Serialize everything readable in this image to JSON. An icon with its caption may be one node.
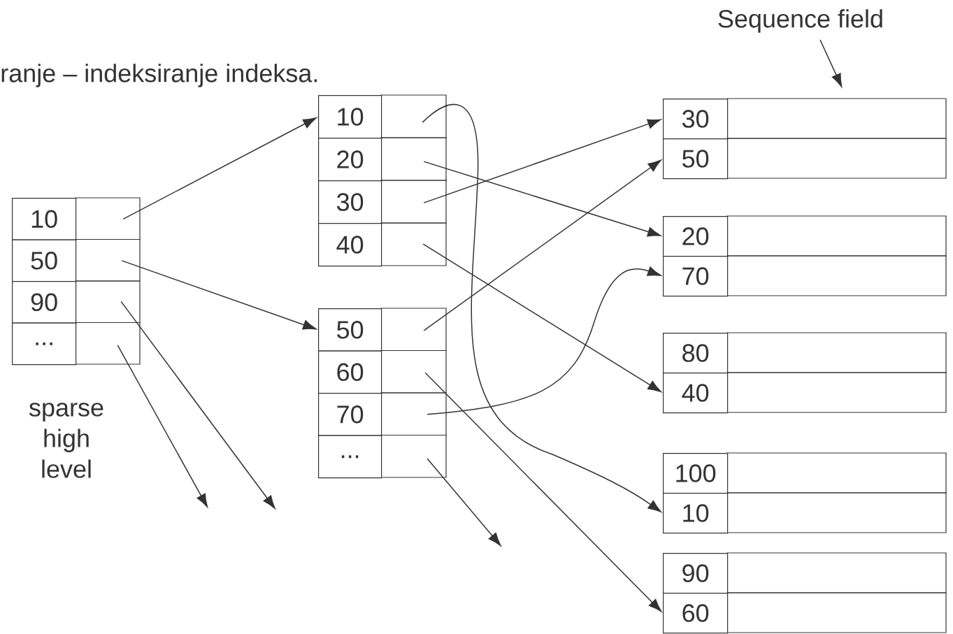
{
  "diagram": {
    "title": "ranje – indeksiranje indeksa.",
    "nodes": [
      {
        "text": [
          "10"
        ]
      },
      {
        "text": [
          "50"
        ]
      },
      {
        "text": [
          "90"
        ]
      },
      {
        "text": [
          "..."
        ]
      },
      {
        "text": [
          "10"
        ]
      },
      {
        "text": [
          "20"
        ]
      },
      {
        "text": [
          "30"
        ]
      },
      {
        "text": [
          "40"
        ]
      },
      {
        "text": [
          "50"
        ]
      },
      {
        "text": [
          "60"
        ]
      },
      {
        "text": [
          "70"
        ]
      },
      {
        "text": [
          "..."
        ]
      },
      {
        "text": [
          "30"
        ]
      },
      {
        "text": [
          "50"
        ]
      },
      {
        "text": [
          "20"
        ]
      },
      {
        "text": [
          "70"
        ]
      },
      {
        "text": [
          "80"
        ]
      },
      {
        "text": [
          "40"
        ]
      },
      {
        "text": [
          "100"
        ]
      },
      {
        "text": [
          "10"
        ]
      },
      {
        "text": [
          "90"
        ]
      },
      {
        "text": [
          "60"
        ]
      },
      {
        "text": [
          "Sequence field"
        ]
      }
    ],
    "edges": [
      {
        "from": 0,
        "to": 4,
        "arrow": "to"
      },
      {
        "from": 1,
        "to": 8,
        "arrow": "to"
      },
      {
        "from": 2,
        "to": null,
        "arrow": "to"
      },
      {
        "from": 3,
        "to": null,
        "arrow": "to"
      },
      {
        "from": 4,
        "to": 19,
        "arrow": "to"
      },
      {
        "from": 5,
        "to": 14,
        "arrow": "to"
      },
      {
        "from": 6,
        "to": 12,
        "arrow": "to"
      },
      {
        "from": 7,
        "to": 17,
        "arrow": "to"
      },
      {
        "from": 8,
        "to": 13,
        "arrow": "to"
      },
      {
        "from": 9,
        "to": 21,
        "arrow": "to"
      },
      {
        "from": 10,
        "to": 15,
        "arrow": "to"
      },
      {
        "from": 11,
        "to": null,
        "arrow": "to"
      },
      {
        "from": 22,
        "to": null,
        "arrow": "to"
      }
    ],
    "labels": [
      "sparse high level"
    ]
  }
}
